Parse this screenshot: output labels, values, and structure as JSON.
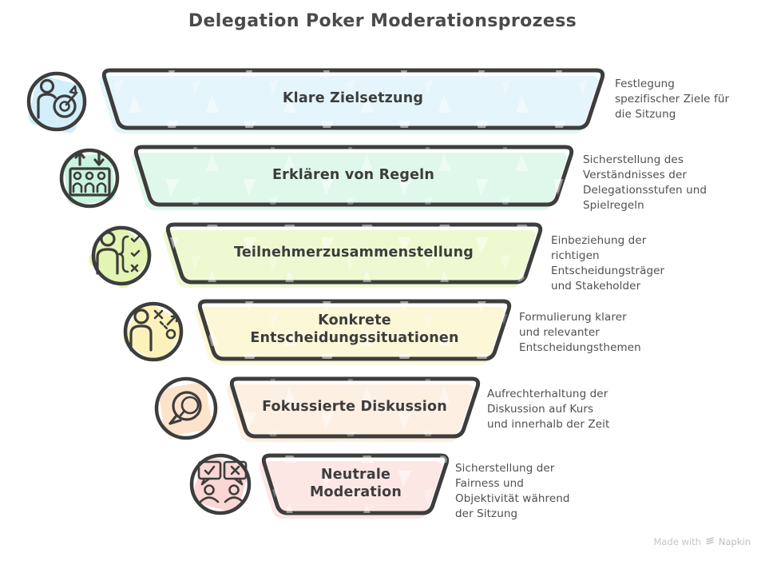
{
  "title": "Delegation Poker Moderationsprozess",
  "stages": [
    {
      "label": "Klare Zielsetzung",
      "desc_lines": [
        "Festlegung",
        "spezifischer Ziele für",
        "die Sitzung"
      ],
      "band_color": "#c9ebf8",
      "icon": "person-target-icon"
    },
    {
      "label": "Erklären von Regeln",
      "desc_lines": [
        "Sicherstellung des",
        "Verständnisses der",
        "Delegationsstufen und",
        "Spielregeln"
      ],
      "band_color": "#c0f2d7",
      "icon": "levels-people-icon"
    },
    {
      "label": "Teilnehmerzusammenstellung",
      "desc_lines": [
        "Einbeziehung der",
        "richtigen",
        "Entscheidungsträger",
        "und Stakeholder"
      ],
      "band_color": "#def3a5",
      "icon": "person-selection-icon"
    },
    {
      "label": "Konkrete Entscheidungssituationen",
      "desc_lines": [
        "Formulierung klarer",
        "und relevanter",
        "Entscheidungsthemen"
      ],
      "band_color": "#faf0ae",
      "icon": "person-strategy-icon"
    },
    {
      "label": "Fokussierte Diskussion",
      "desc_lines": [
        "Aufrechterhaltung der",
        "Diskussion auf Kurs",
        "und innerhalb der Zeit"
      ],
      "band_color": "#fbdfc3",
      "icon": "chat-bubbles-icon"
    },
    {
      "label": "Neutrale Moderation",
      "desc_lines": [
        "Sicherstellung der",
        "Fairness und",
        "Objektivität während",
        "der Sitzung"
      ],
      "band_color": "#f9d0cc",
      "icon": "vote-people-icon"
    }
  ],
  "watermark": {
    "prefix": "Made with",
    "brand": "Napkin"
  },
  "colors": {
    "outline": "#3d3d3d",
    "title_text": "#4a4a4a",
    "description_text": "#4f4f4f",
    "watermark_text": "#c6c6c6",
    "background": "#ffffff"
  }
}
